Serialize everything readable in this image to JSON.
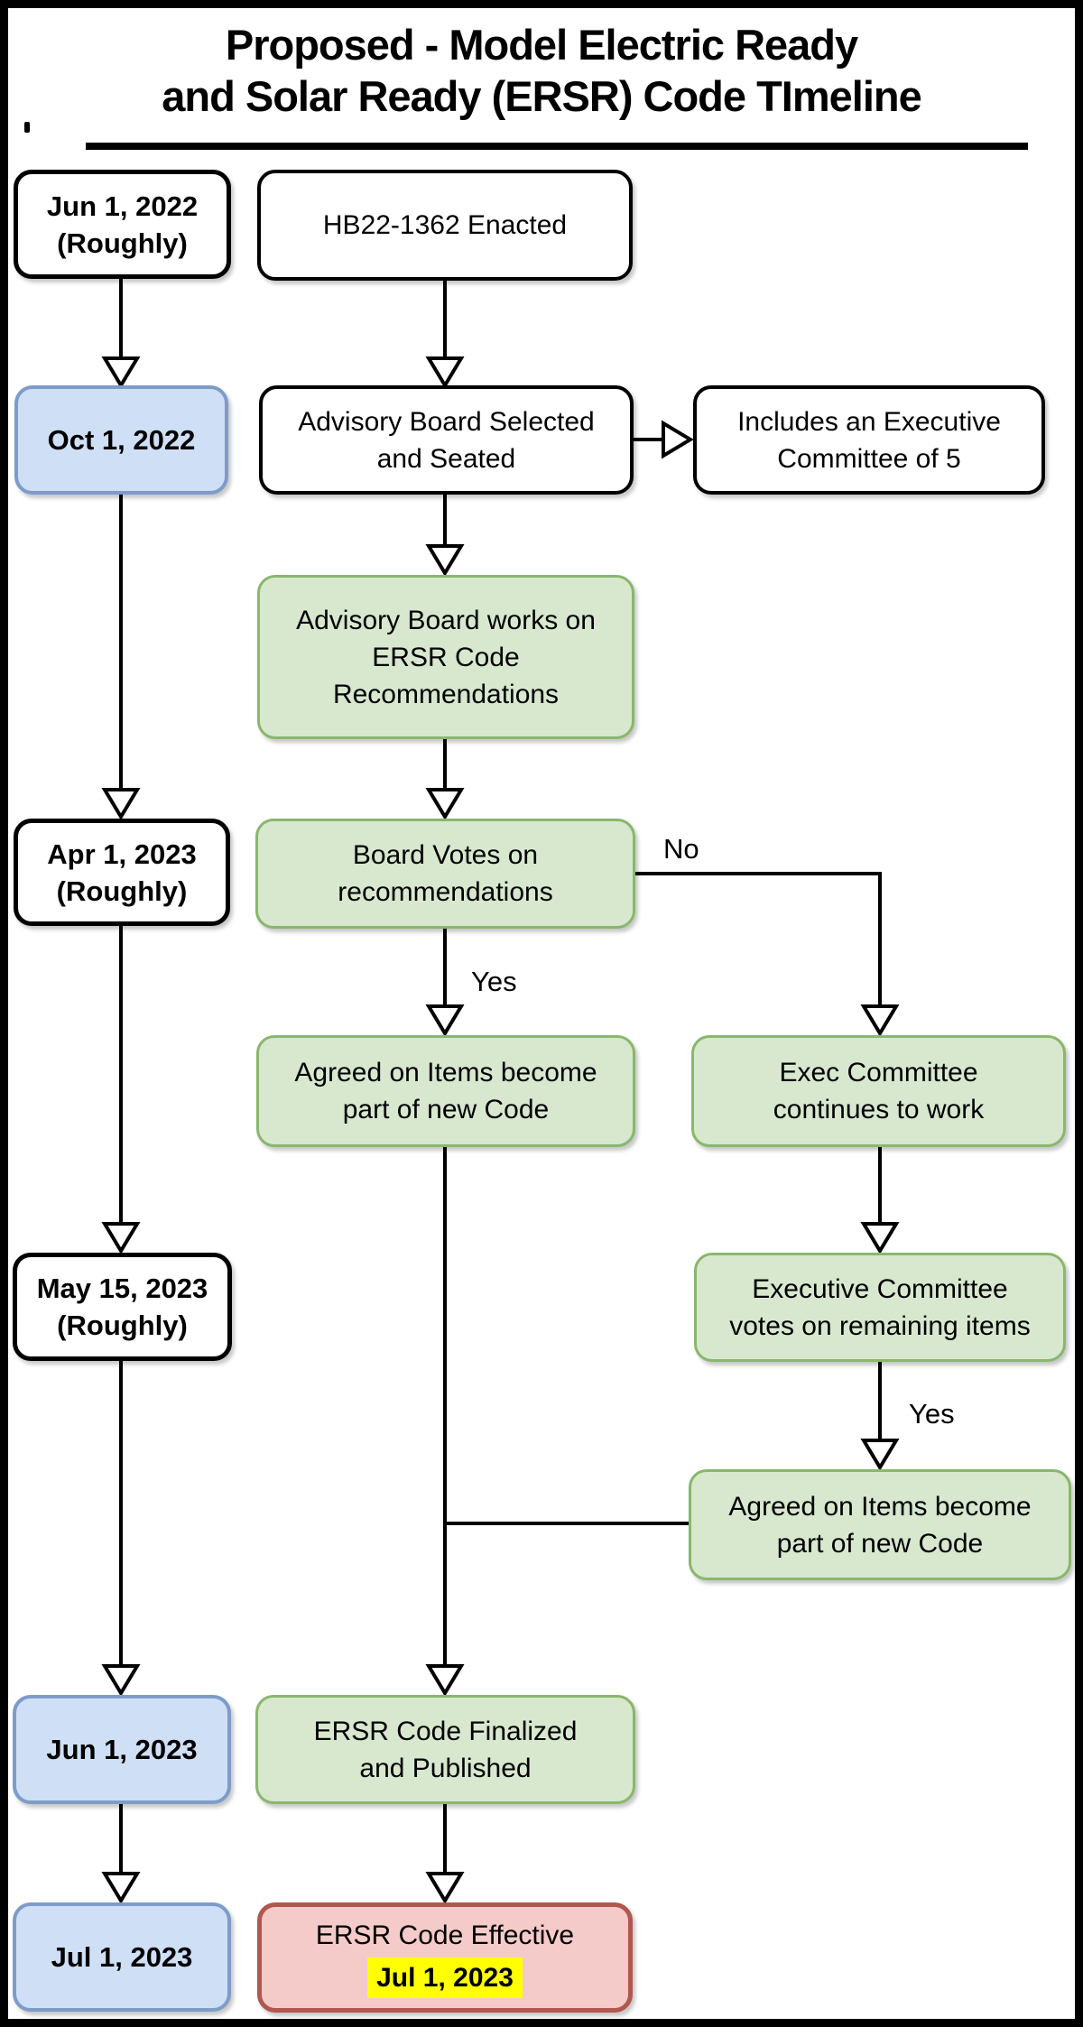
{
  "title": {
    "text": "Proposed - Model Electric Ready\nand Solar Ready (ERSR) Code TImeline"
  },
  "timeline_column": {
    "jun_2022": "Jun 1, 2022\n(Roughly)",
    "oct_2022": "Oct 1, 2022",
    "apr_2023": "Apr 1, 2023\n(Roughly)",
    "may_2023": "May 15, 2023\n(Roughly)",
    "jun_2023": "Jun 1, 2023",
    "jul_2023": "Jul 1, 2023"
  },
  "flow": {
    "enacted": "HB22-1362 Enacted",
    "board_selected": "Advisory Board Selected\nand Seated",
    "exec_note": "Includes an Executive\nCommittee of 5",
    "board_works": "Advisory Board works on\nERSR Code\nRecommendations",
    "board_votes": "Board Votes on\nrecommendations",
    "agreed_items": "Agreed on Items become\npart of new Code",
    "exec_continues": "Exec Committee\ncontinues to work",
    "exec_votes": "Executive Committee\nvotes on remaining items",
    "agreed_items_2": "Agreed on Items become\npart of new Code",
    "finalized": "ERSR Code Finalized\nand Published",
    "effective_line1": "ERSR Code Effective",
    "effective_date": "Jul 1, 2023"
  },
  "edge_labels": {
    "no": "No",
    "yes_board": "Yes",
    "yes_exec": "Yes"
  },
  "colors": {
    "blue_fill": "#cfdff5",
    "blue_border": "#7e9cc9",
    "green_fill": "#d7e8cf",
    "green_border": "#89b76c",
    "red_fill": "#f4cbc9",
    "red_border": "#b2574f",
    "highlight": "#ffff00",
    "line": "#000000"
  }
}
